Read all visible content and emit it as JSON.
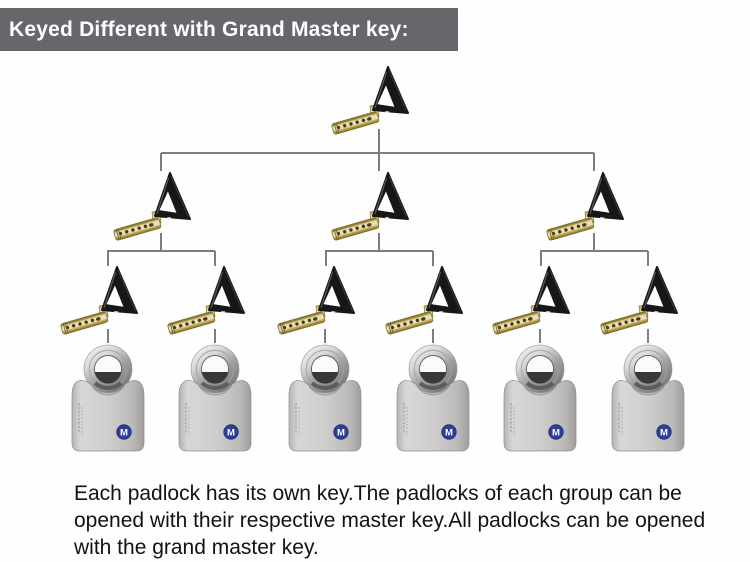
{
  "header": {
    "title": "Keyed Different with Grand Master key:"
  },
  "diagram": {
    "type": "tree",
    "description": "Grand master key at top linked to 3 master keys; each master key linked to 2 individual keys; each individual key linked to 1 padlock",
    "grand_master_key_count": 1,
    "master_key_count": 3,
    "individual_key_count": 6,
    "padlock_count": 6,
    "keys_per_group": 2,
    "padlock_logo_letter": "M"
  },
  "caption": {
    "lines": [
      "Each padlock has its own key.The padlocks of each group can be",
      "opened with their respective master key.All padlocks can be opened",
      "with the grand master key."
    ]
  },
  "colors": {
    "banner_bg": "#67666a",
    "banner_text": "#ffffff",
    "connector_gray": "#7d7d7d",
    "key_bow_black": "#171717",
    "key_blade_gold": "#c9b45f",
    "padlock_body_silver": "#cfcecc",
    "shackle_chrome": "#d8d8d8",
    "padlock_logo_blue": "#2c3d9c",
    "background": "#fefefe"
  }
}
